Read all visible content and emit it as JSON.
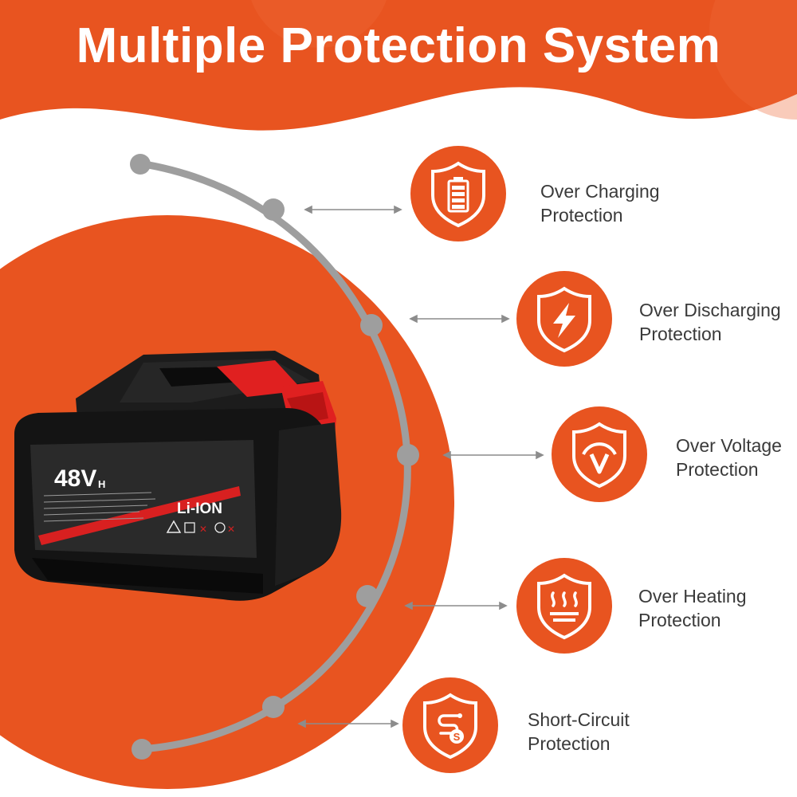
{
  "title": "Multiple Protection System",
  "colors": {
    "accent": "#e85420",
    "accent_dark": "#d94818",
    "track": "#9e9e9e",
    "text": "#3a3a3a",
    "battery_body": "#141414",
    "battery_red": "#e02020"
  },
  "battery": {
    "voltage": "48V",
    "voltage_suffix": "H",
    "chemistry": "Li-ION"
  },
  "features": [
    {
      "icon": "battery-shield-icon",
      "line1": "Over Charging",
      "line2": "Protection"
    },
    {
      "icon": "lightning-shield-icon",
      "line1": "Over Discharging",
      "line2": "Protection"
    },
    {
      "icon": "voltage-shield-icon",
      "line1": "Over Voltage",
      "line2": "Protection"
    },
    {
      "icon": "heat-shield-icon",
      "line1": "Over Heating",
      "line2": "Protection"
    },
    {
      "icon": "circuit-shield-icon",
      "line1": "Short-Circuit",
      "line2": "Protection"
    }
  ]
}
